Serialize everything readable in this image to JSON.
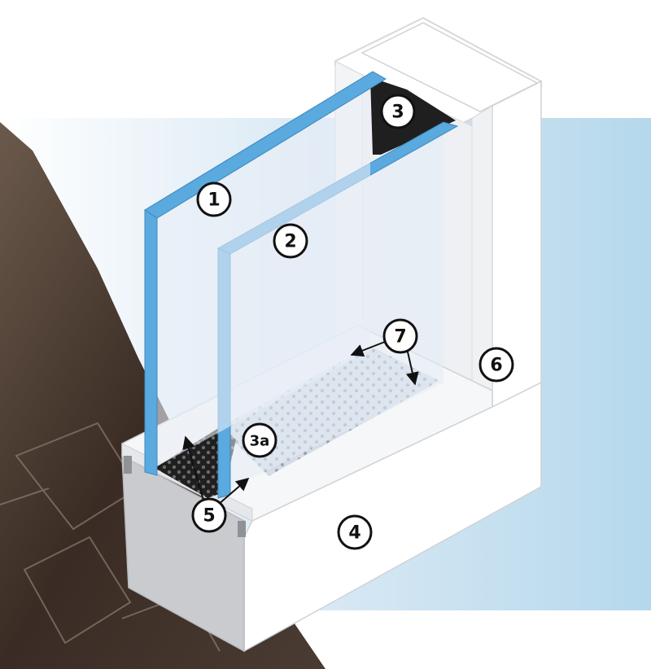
{
  "colors": {
    "glass_edge": "#5aa9df",
    "glass_pane": "#e9eef6",
    "frame": "#ffffff",
    "frame_shadow": "#e3e5e8",
    "sill_front": "#c9cbce",
    "spacer_dark": "#1f1f1f",
    "backdrop_blue": "#b5d8ec",
    "room_wall": "#3a2c24",
    "callout_stroke": "#111111"
  },
  "callouts": [
    {
      "id": "pane-outer",
      "label": "1"
    },
    {
      "id": "pane-inner",
      "label": "2"
    },
    {
      "id": "top-spacer",
      "label": "3"
    },
    {
      "id": "bottom-spacer",
      "label": "3a"
    },
    {
      "id": "frame-base",
      "label": "4"
    },
    {
      "id": "seal-points",
      "label": "5"
    },
    {
      "id": "frame-side",
      "label": "6"
    },
    {
      "id": "desiccant",
      "label": "7"
    }
  ]
}
